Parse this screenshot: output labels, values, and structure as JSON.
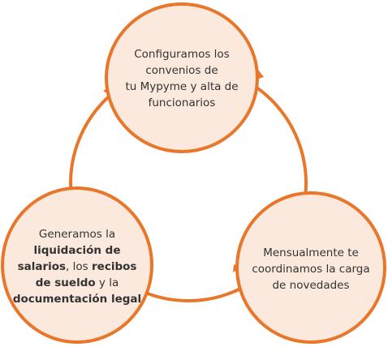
{
  "colors": {
    "accent": "#e8762b",
    "node_fill": "#fce9dd",
    "text": "#333333"
  },
  "nodes": {
    "top": {
      "line1": "Configuramos los",
      "line2": "convenios de",
      "line3": "tu Mypyme y alta de",
      "line4": "funcionarios"
    },
    "left": {
      "part1": "Generamos la",
      "part2": "liquidación de",
      "part3": "salarios",
      "part4": ", los",
      "part5": "recibos",
      "part6": "de sueldo",
      "part7": " y la",
      "part8": "documentación legal"
    },
    "right": {
      "line1": "Mensualmente te",
      "line2": "coordinamos la carga",
      "line3": "de novedades"
    }
  }
}
